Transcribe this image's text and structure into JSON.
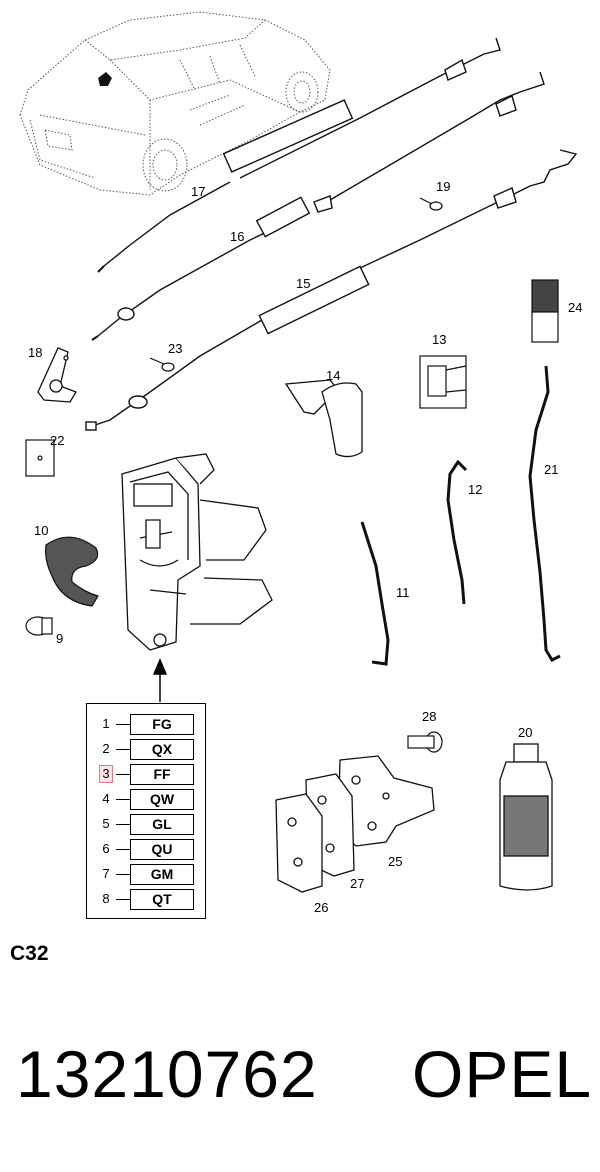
{
  "part_labels": {
    "p9": "9",
    "p10": "10",
    "p11": "11",
    "p12": "12",
    "p13": "13",
    "p14": "14",
    "p15": "15",
    "p16": "16",
    "p17": "17",
    "p18": "18",
    "p19": "19",
    "p20": "20",
    "p21": "21",
    "p22": "22",
    "p23": "23",
    "p24": "24",
    "p25": "25",
    "p26": "26",
    "p27": "27",
    "p28": "28"
  },
  "code_table": {
    "rows": [
      {
        "num": "1",
        "code": "FG"
      },
      {
        "num": "2",
        "code": "QX"
      },
      {
        "num": "3",
        "code": "FF",
        "highlighted": true
      },
      {
        "num": "4",
        "code": "QW"
      },
      {
        "num": "5",
        "code": "GL"
      },
      {
        "num": "6",
        "code": "QU"
      },
      {
        "num": "7",
        "code": "GM"
      },
      {
        "num": "8",
        "code": "QT"
      }
    ]
  },
  "section_code": "C32",
  "part_number": "13210762",
  "brand": "OPEL",
  "colors": {
    "highlight_fill": "#fde3e6",
    "highlight_border": "#e07a86",
    "line": "#000000"
  }
}
